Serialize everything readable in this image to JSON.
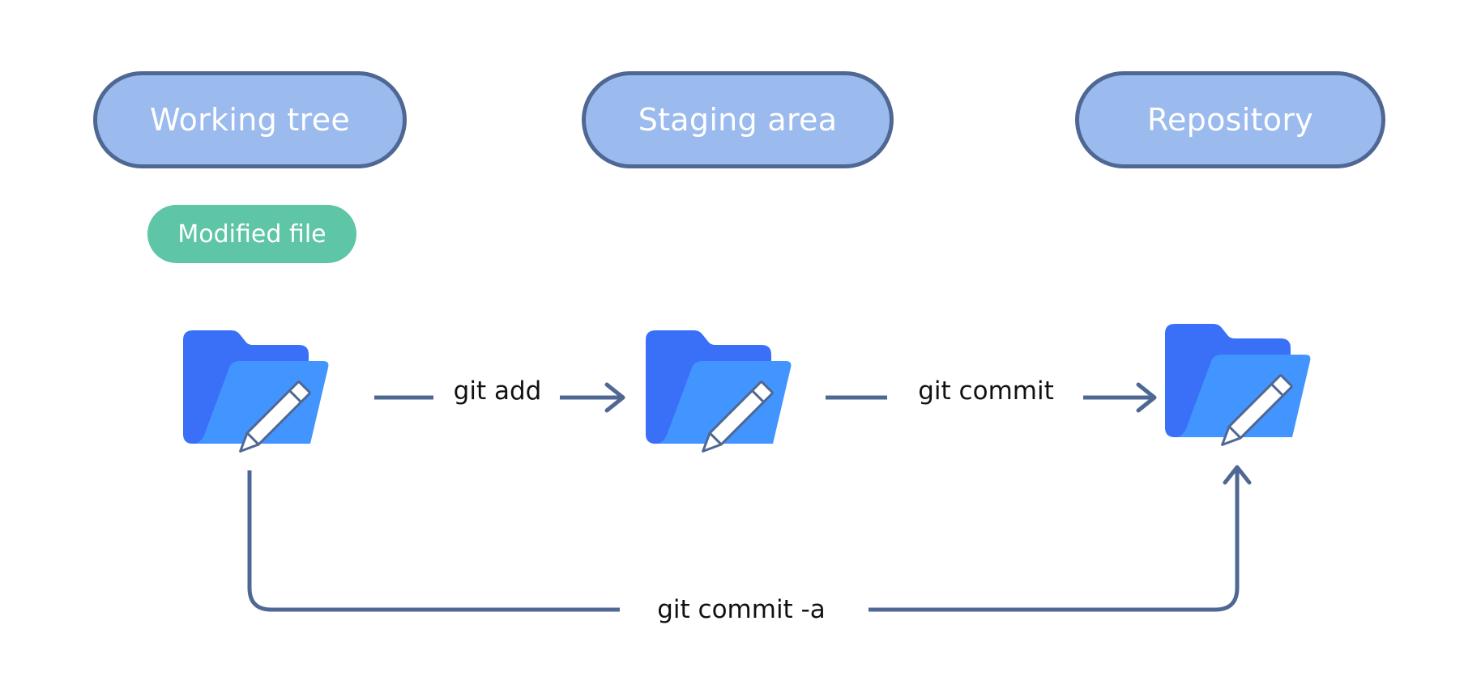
{
  "stages": [
    {
      "id": "working_tree",
      "label": "Working tree"
    },
    {
      "id": "staging_area",
      "label": "Staging area"
    },
    {
      "id": "repository",
      "label": "Repository"
    }
  ],
  "badge": {
    "label": "Modified file"
  },
  "commands": {
    "add": "git add",
    "commit": "git commit",
    "commit_all": "git commit -a"
  },
  "flows": [
    {
      "from": "working_tree",
      "to": "staging_area",
      "command": "git add"
    },
    {
      "from": "staging_area",
      "to": "repository",
      "command": "git commit"
    },
    {
      "from": "working_tree",
      "to": "repository",
      "command": "git commit -a"
    }
  ],
  "icons": [
    "folder-with-pencil-icon",
    "folder-with-pencil-icon",
    "folder-with-pencil-icon"
  ],
  "colors": {
    "pill_fill": "#9bbaed",
    "pill_border": "#4f6893",
    "badge_fill": "#5ec5a6",
    "folder_back": "#3a6ff7",
    "folder_front": "#4294ff",
    "arrow": "#4f6893",
    "label_text": "#111111"
  }
}
